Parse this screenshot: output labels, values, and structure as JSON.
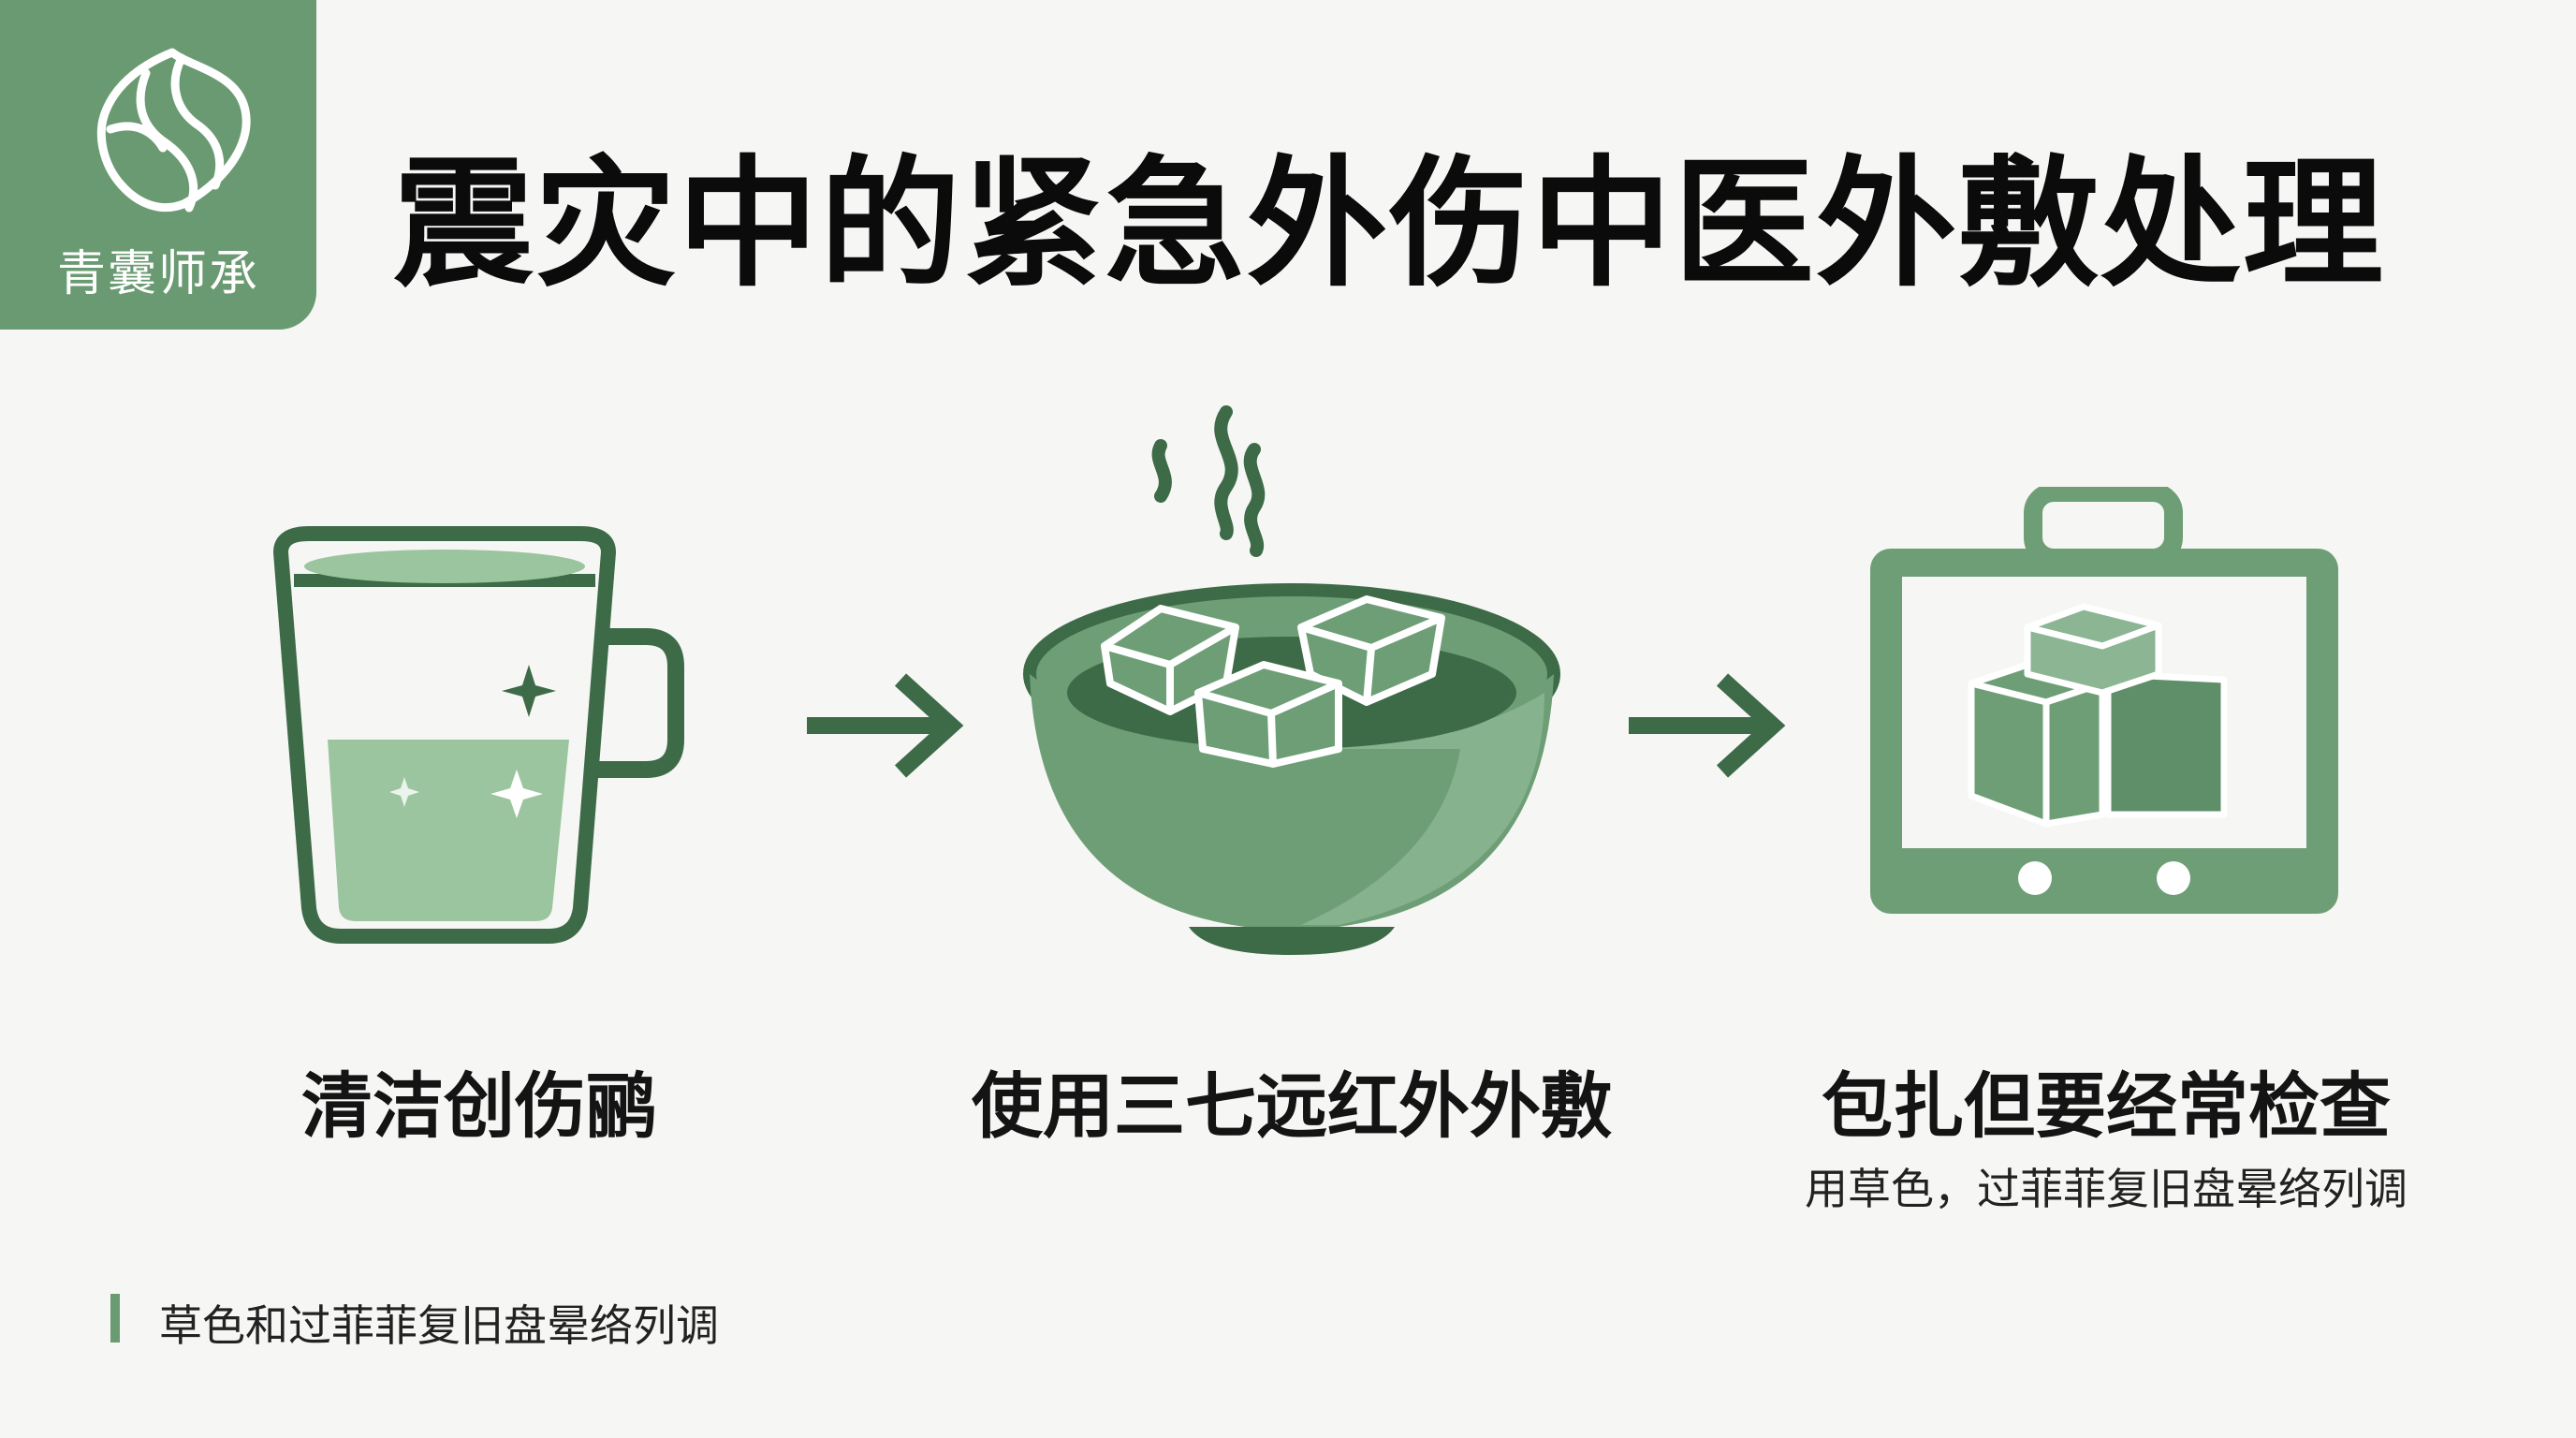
{
  "brand": {
    "name": "青囊师承",
    "color": "#6a9a72"
  },
  "title": "震灾中的紧急外伤中医外敷处理",
  "steps": [
    {
      "label": "清洁创伤鹂",
      "icon": "cup-icon"
    },
    {
      "label": "使用三七远红外外敷",
      "icon": "steaming-bowl-icon"
    },
    {
      "label": "包扎但要经常检查",
      "sub": "用草色，过菲菲复旧盘晕络列调",
      "icon": "medical-kit-icon"
    }
  ],
  "footnote": "草色和过菲菲复旧盘晕络列调",
  "colors": {
    "dark_green": "#3d6b47",
    "mid_green": "#6e9e76",
    "light_green": "#9bc59e",
    "background": "#f6f6f4"
  }
}
